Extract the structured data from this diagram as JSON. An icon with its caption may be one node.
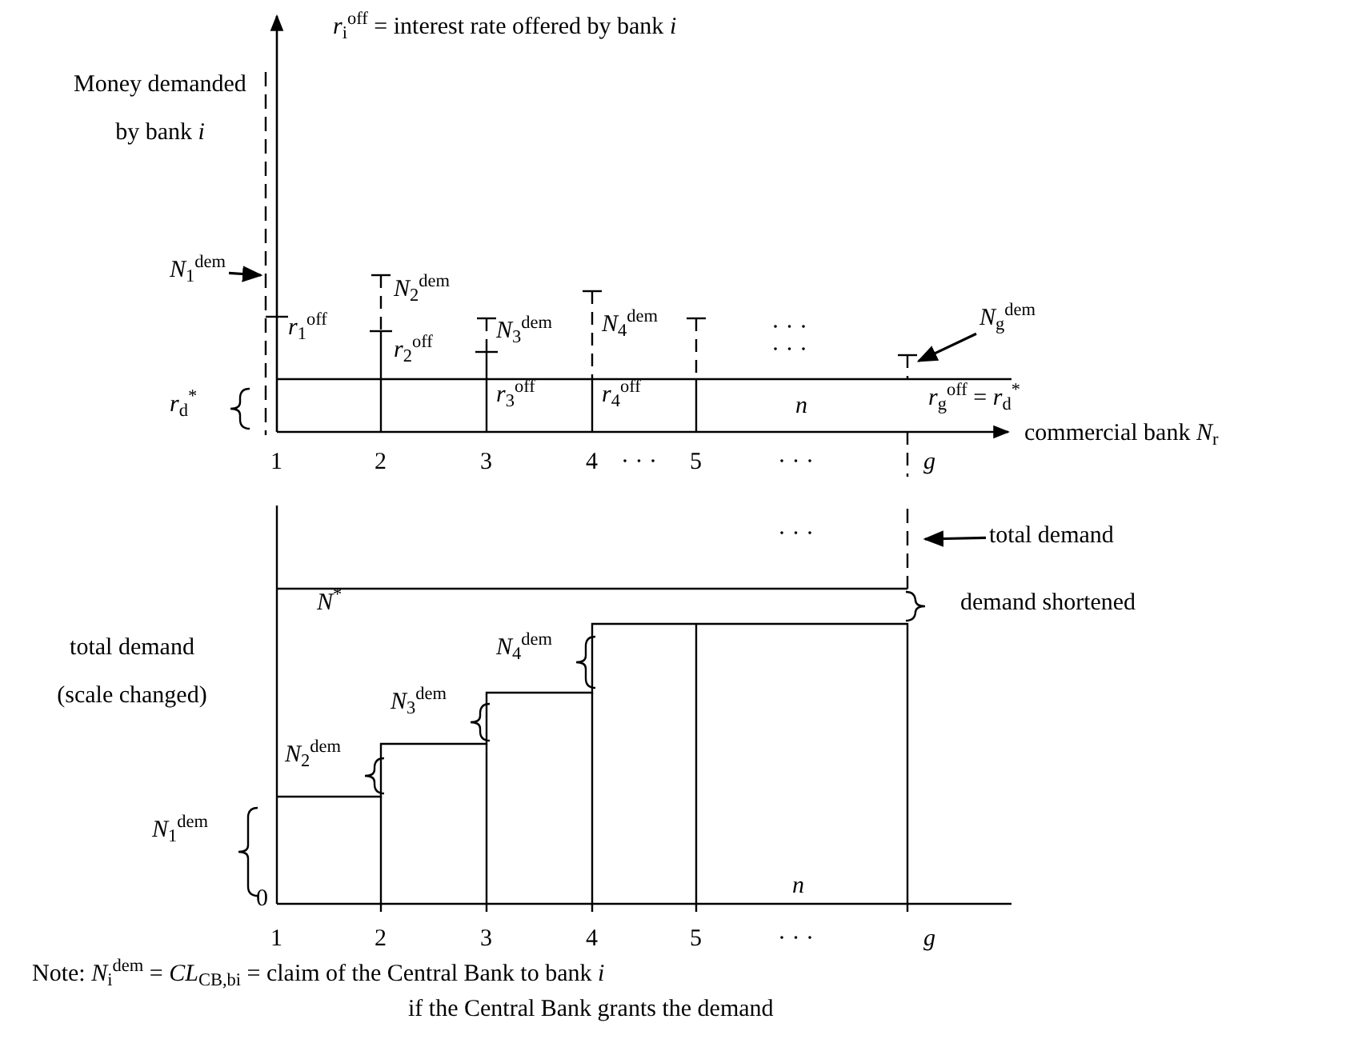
{
  "diagram": {
    "nodes": [
      {
        "text": [
          "*N*$_{1}$$^{dem}$"
        ]
      },
      {
        "text": [
          "*N*$_{g}$$^{dem}$"
        ]
      },
      {
        "text": [
          "total demand"
        ]
      },
      {
        "text": [],
        "shape": "bar"
      }
    ],
    "edges": [
      {
        "from": 0,
        "to": null,
        "arrow": "to"
      },
      {
        "from": 1,
        "to": 3,
        "arrow": "to"
      },
      {
        "from": 2,
        "to": null,
        "arrow": "to"
      }
    ],
    "labels": [
      "*r*$_{i}$$^{off}$ = interest rate offered by bank *i*",
      "Money demanded by bank *i*",
      "*r*$_{1}$$^{off}$",
      "*N*$_{2}$$^{dem}$",
      "*r*$_{2}$$^{off}$",
      "*N*$_{3}$$^{dem}$",
      "*N*$_{4}$$^{dem}$",
      "· · ·",
      "· · ·",
      "*r*$_{d}$$^{*}$",
      "*r*$_{3}$$^{off}$",
      "*r*$_{4}$$^{off}$",
      "*n*",
      "*r*$_{g}$$^{off}$ = *r*$_{d}$$^{*}$",
      "commercial bank *N*$_{r}$",
      "1",
      "2",
      "3",
      "4",
      "· · ·",
      "5",
      "· · ·",
      "*g*",
      "· · ·",
      "*N*$^{*}$",
      "demand shortened",
      "total demand (scale changed)",
      "*N*$_{4}$$^{dem}$",
      "*N*$_{3}$$^{dem}$",
      "*N*$_{2}$$^{dem}$",
      "*N*$_{1}$$^{dem}$",
      "0",
      "*n*",
      "1",
      "2",
      "3",
      "4",
      "5",
      "· · ·",
      "*g*",
      "Note: *N*$_{i}$$^{dem}$ = *CL*$_{CB,bi}$ = claim of the Central Bank to bank *i*",
      "if the Central Bank grants the demand"
    ]
  }
}
